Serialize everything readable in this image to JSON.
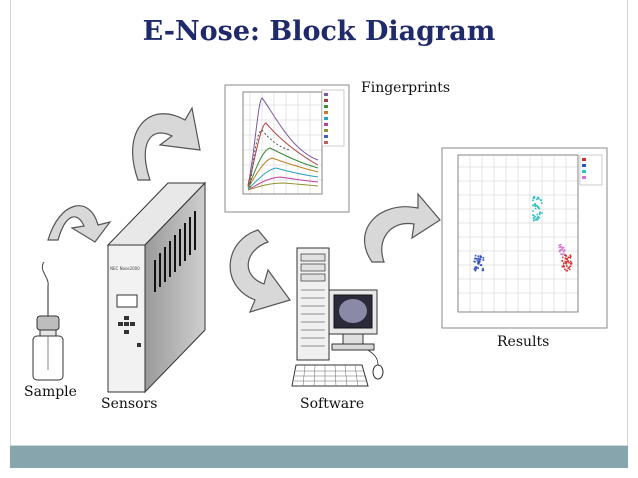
{
  "slide": {
    "title": "E-Nose: Block Diagram"
  },
  "labels": {
    "sample": "Sample",
    "sensors": "Sensors",
    "software": "Software",
    "fingerprints": "Fingerprints",
    "results": "Results"
  },
  "device": {
    "brand_text": "NEC Nose2000"
  },
  "colors": {
    "title": "#1f2a6b",
    "footer_bar": "#86a5ad",
    "arrow_fill": "#d8d8d8",
    "arrow_stroke": "#555555"
  }
}
